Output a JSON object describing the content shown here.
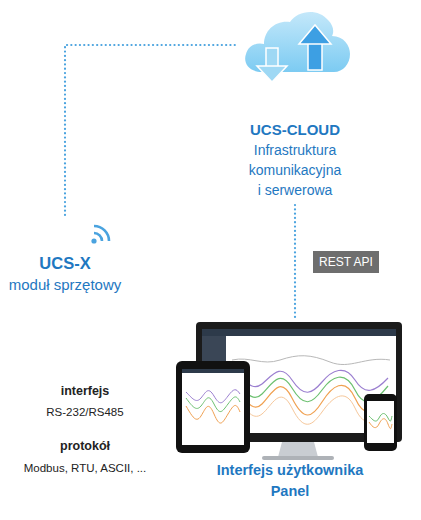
{
  "diagram": {
    "nodes": [
      {
        "text": [
          "UCS-CLOUD",
          "Infrastruktura komunikacyjna i serwerowa"
        ]
      },
      {
        "text": [
          "UCS-X",
          "moduł sprzętowy"
        ]
      },
      {
        "text": [
          "Interfejs użytkownika Panel"
        ]
      }
    ],
    "edges": [
      {
        "from": 1,
        "to": 0,
        "arrow": "none"
      },
      {
        "from": 0,
        "to": 2,
        "label": "REST API",
        "arrow": "none"
      }
    ],
    "labels": [
      "interfejs",
      "RS-232/RS485",
      "protokół",
      "Modbus, RTU, ASCII, ..."
    ]
  }
}
